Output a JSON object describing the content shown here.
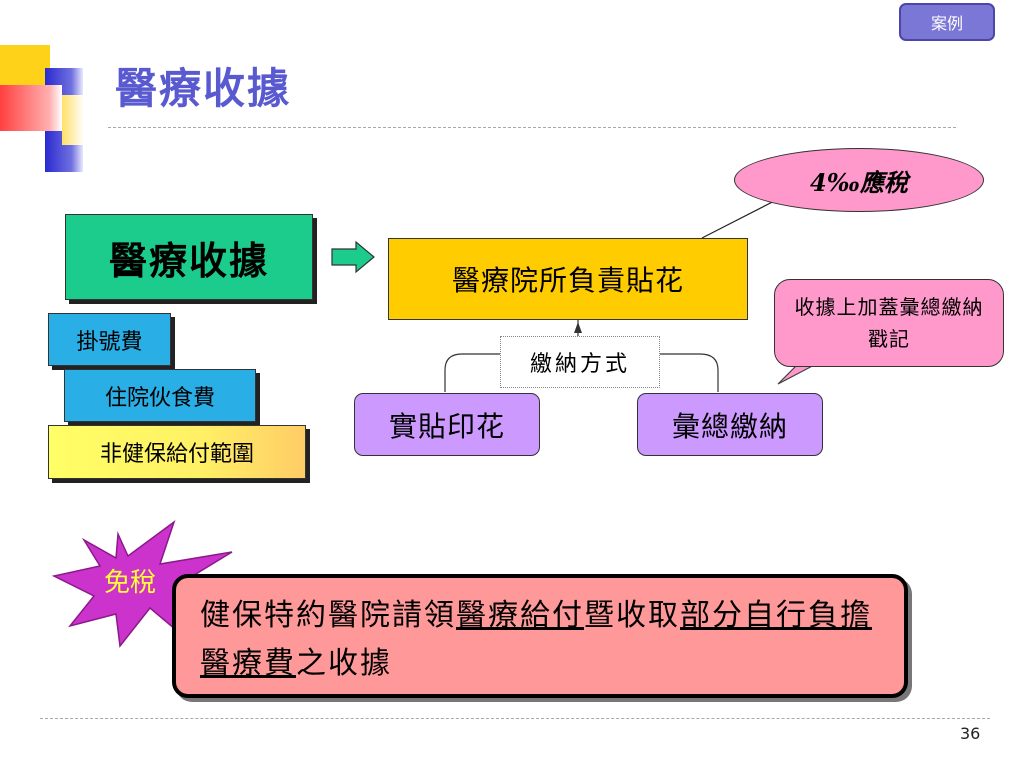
{
  "badge": "案例",
  "title": "醫療收據",
  "main_box": "醫療收據",
  "left_items": [
    "掛號費",
    "住院伙食費",
    "非健保給付範圍"
  ],
  "hospital_box": "醫療院所負責貼花",
  "tax_ellipse": "4‰應稅",
  "payment_methods_label": "繳納方式",
  "method_left": "實貼印花",
  "method_right": "彙總繳納",
  "callout_right": "收據上加蓋彙總繳納戳記",
  "tax_free_label": "免稅",
  "bottom_box": {
    "segments": [
      {
        "text": "健保特約醫院請領",
        "underline": false
      },
      {
        "text": "醫療給付",
        "underline": true
      },
      {
        "text": "暨收取",
        "underline": false
      },
      {
        "text": "部分自行負擔醫療費",
        "underline": true
      },
      {
        "text": "之收據",
        "underline": false
      }
    ]
  },
  "page_number": "36",
  "colors": {
    "title": "#5a5ad0",
    "main_box": "#1ccc8c",
    "hospital_box": "#ffcc00",
    "tax_ellipse": "#ff99cc",
    "method_boxes": "#cc99ff",
    "callout": "#ff99cc",
    "left_item_blue": "#29aee6",
    "bottom_box": "#ff9999",
    "starburst": "#cc33cc"
  }
}
